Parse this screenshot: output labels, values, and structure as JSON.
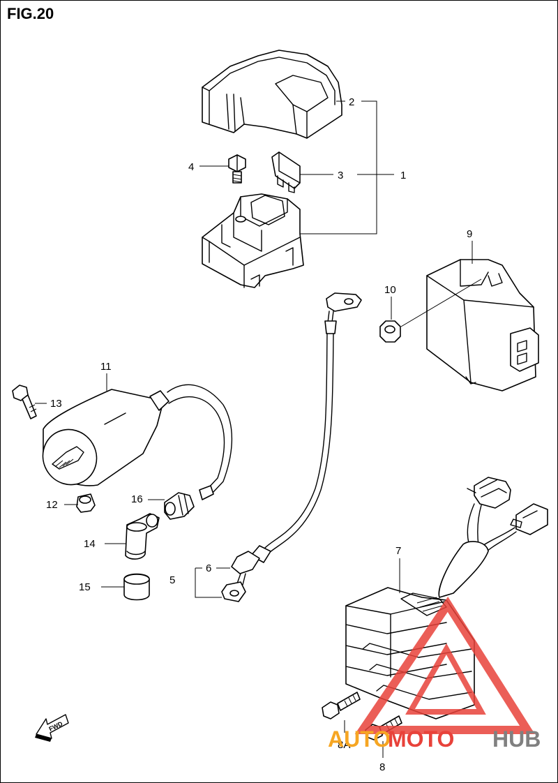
{
  "figure_title": "FIG.20",
  "part_labels": {
    "p1": "1",
    "p2": "2",
    "p3": "3",
    "p4": "4",
    "p5": "5",
    "p6": "6",
    "p7": "7",
    "p8": "8",
    "p8a": "8A",
    "p9": "9",
    "p10": "10",
    "p11": "11",
    "p12": "12",
    "p13": "13",
    "p14": "14",
    "p15": "15",
    "p16": "16"
  },
  "direction_marker": "FWD",
  "watermark": {
    "part_auto": "AUTO",
    "part_moto": "MOTO",
    "part_hub": "HUB",
    "colors": {
      "auto": "#f6a623",
      "moto": "#e8423a",
      "hub": "#808080",
      "triangle": "#e8423a"
    }
  },
  "colors": {
    "line": "#000000",
    "background": "#ffffff"
  }
}
